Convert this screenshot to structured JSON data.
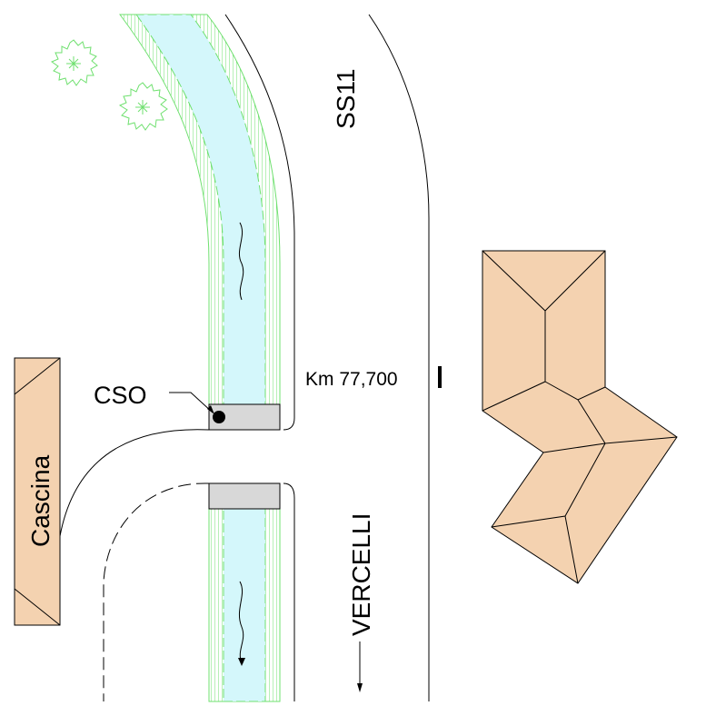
{
  "labels": {
    "road_name": "SS11",
    "km_marker": "Km 77,700",
    "direction": "VERCELLI",
    "cso": "CSO",
    "farmhouse": "Cascina"
  },
  "colors": {
    "building_fill": "#f4d2b0",
    "canal_water": "#d4f7fb",
    "canal_bank": "#6fe06f",
    "culvert_fill": "#d8d8d8",
    "line": "#000000"
  },
  "icons": {
    "tree": "tree-icon",
    "flow": "flow-arrow-icon",
    "cso_point": "point-marker-icon"
  }
}
